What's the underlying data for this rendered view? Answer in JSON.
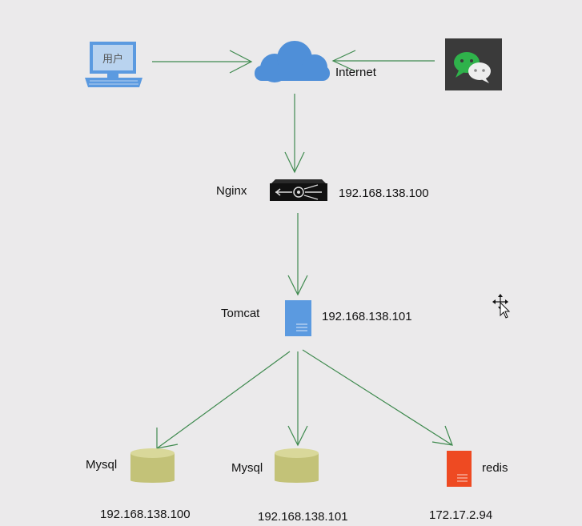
{
  "nodes": {
    "user": {
      "label": "用户",
      "icon": "computer-icon"
    },
    "internet": {
      "label": "Internet",
      "icon": "cloud-icon"
    },
    "wechat": {
      "icon": "wechat-icon"
    },
    "nginx": {
      "label": "Nginx",
      "ip": "192.168.138.100",
      "icon": "router-icon"
    },
    "tomcat": {
      "label": "Tomcat",
      "ip": "192.168.138.101",
      "icon": "server-icon"
    },
    "mysql1": {
      "label": "Mysql",
      "ip": "192.168.138.100",
      "icon": "database-icon"
    },
    "mysql2": {
      "label": "Mysql",
      "ip": "192.168.138.101",
      "icon": "database-icon"
    },
    "redis": {
      "label": "redis",
      "ip": "172.17.2.94",
      "icon": "redis-server-icon"
    }
  },
  "colors": {
    "background": "#ebeaeb",
    "connector": "#3f8a4f",
    "cloud": "#4f8fd8",
    "computer": "#5b9ae0",
    "wechat_tile": "#3a3a3a",
    "wechat_green": "#2fb24b",
    "nginx_box": "#111111",
    "server": "#5b9ae0",
    "database": "#c3c278",
    "redis": "#ee4a22"
  }
}
